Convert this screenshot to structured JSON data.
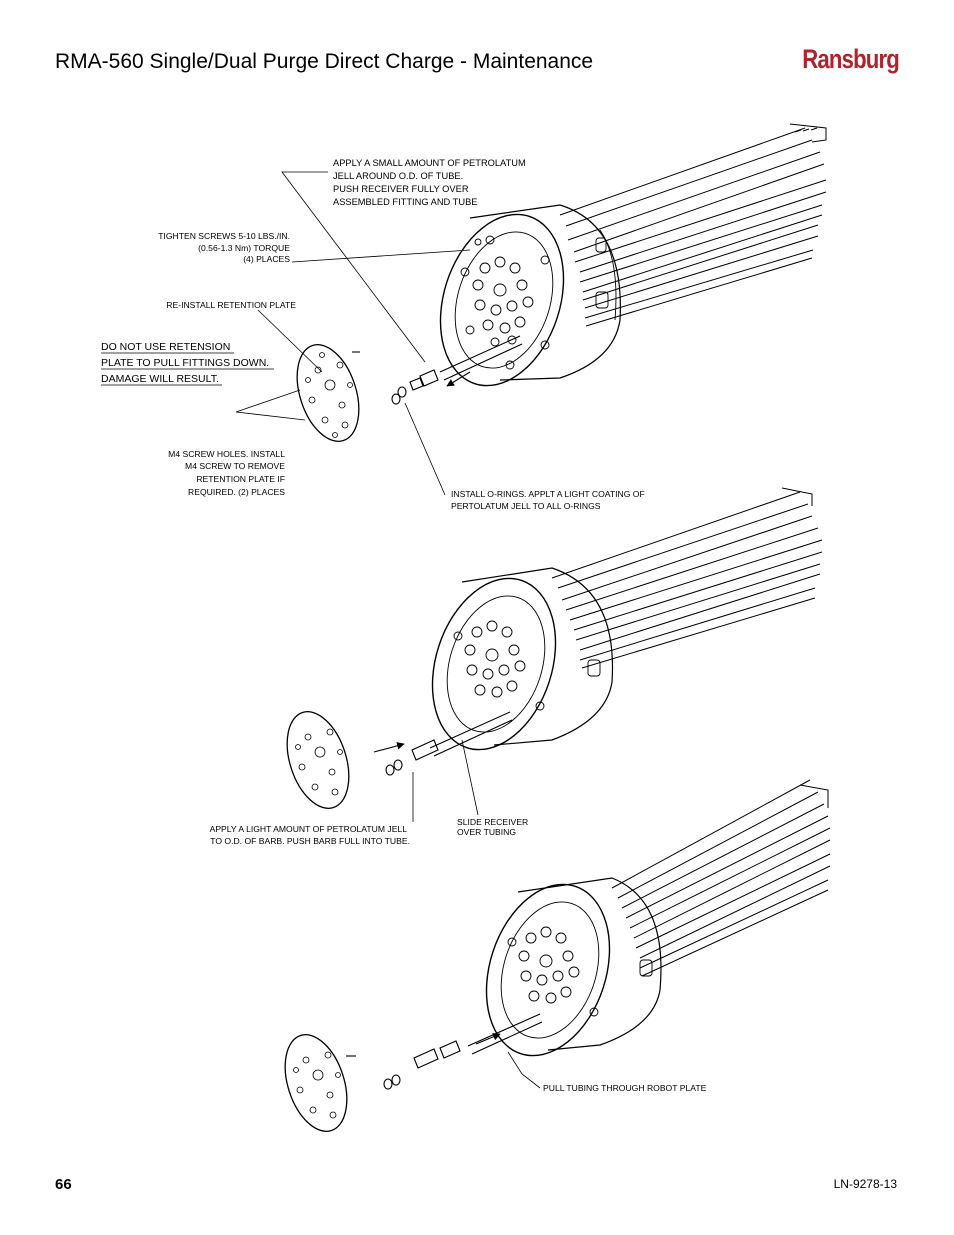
{
  "header": {
    "title": "RMA-560 Single/Dual Purge Direct Charge - Maintenance",
    "brand": "Ransburg",
    "brand_color": "#b0232e"
  },
  "footer": {
    "page_number": "66",
    "document_id": "LN-9278-13"
  },
  "figure": {
    "step1": {
      "petrolatum_note": [
        "APPLY A SMALL AMOUNT OF PETROLATUM",
        "JELL AROUND O.D. OF TUBE.",
        "PUSH RECEIVER FULLY OVER",
        "ASSEMBLED FITTING AND TUBE"
      ],
      "torque_note": [
        "TIGHTEN  SCREWS 5-10 LBS./IN.",
        "(0.56-1.3 Nm) TORQUE",
        "(4) PLACES"
      ],
      "reinstall_note": "RE-INSTALL RETENTION PLATE",
      "warning": [
        "DO NOT USE RETENSION",
        "PLATE TO PULL FITTINGS DOWN.",
        "DAMAGE WILL RESULT."
      ],
      "screw_holes_note": [
        "M4 SCREW HOLES. INSTALL",
        "M4 SCREW TO REMOVE",
        "RETENTION PLATE IF",
        "REQUIRED. (2) PLACES"
      ],
      "orings_note": [
        "INSTALL O-RINGS. APPLT A LIGHT COATING OF",
        "PERTOLATUM JELL TO ALL O-RINGS"
      ]
    },
    "step2": {
      "barb_note": [
        "APPLY A LIGHT AMOUNT OF PETROLATUM JELL",
        "TO O.D. OF BARB.  PUSH BARB FULL INTO TUBE."
      ],
      "slide_note": [
        "SLIDE RECEIVER",
        "OVER TUBING"
      ]
    },
    "step3": {
      "pull_note": "PULL TUBING THROUGH ROBOT PLATE"
    }
  }
}
